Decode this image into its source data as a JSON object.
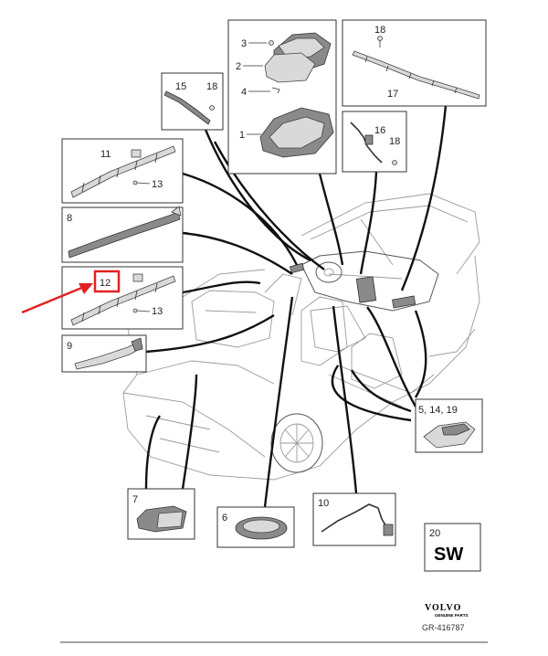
{
  "callouts": {
    "c1": "1",
    "c2": "2",
    "c3": "3",
    "c4": "4",
    "c5_14_19": "5, 14, 19",
    "c6": "6",
    "c7": "7",
    "c8": "8",
    "c9": "9",
    "c10": "10",
    "c11": "11",
    "c12": "12",
    "c13a": "13",
    "c13b": "13",
    "c15": "15",
    "c16": "16",
    "c17": "17",
    "c18a": "18",
    "c18b": "18",
    "c18c": "18",
    "c20": "20"
  },
  "sw_label": "SW",
  "brand": {
    "name": "VOLVO",
    "tagline": "GENUINE PARTS"
  },
  "reference_code": "GR-416787",
  "highlight_color": "#e32121"
}
